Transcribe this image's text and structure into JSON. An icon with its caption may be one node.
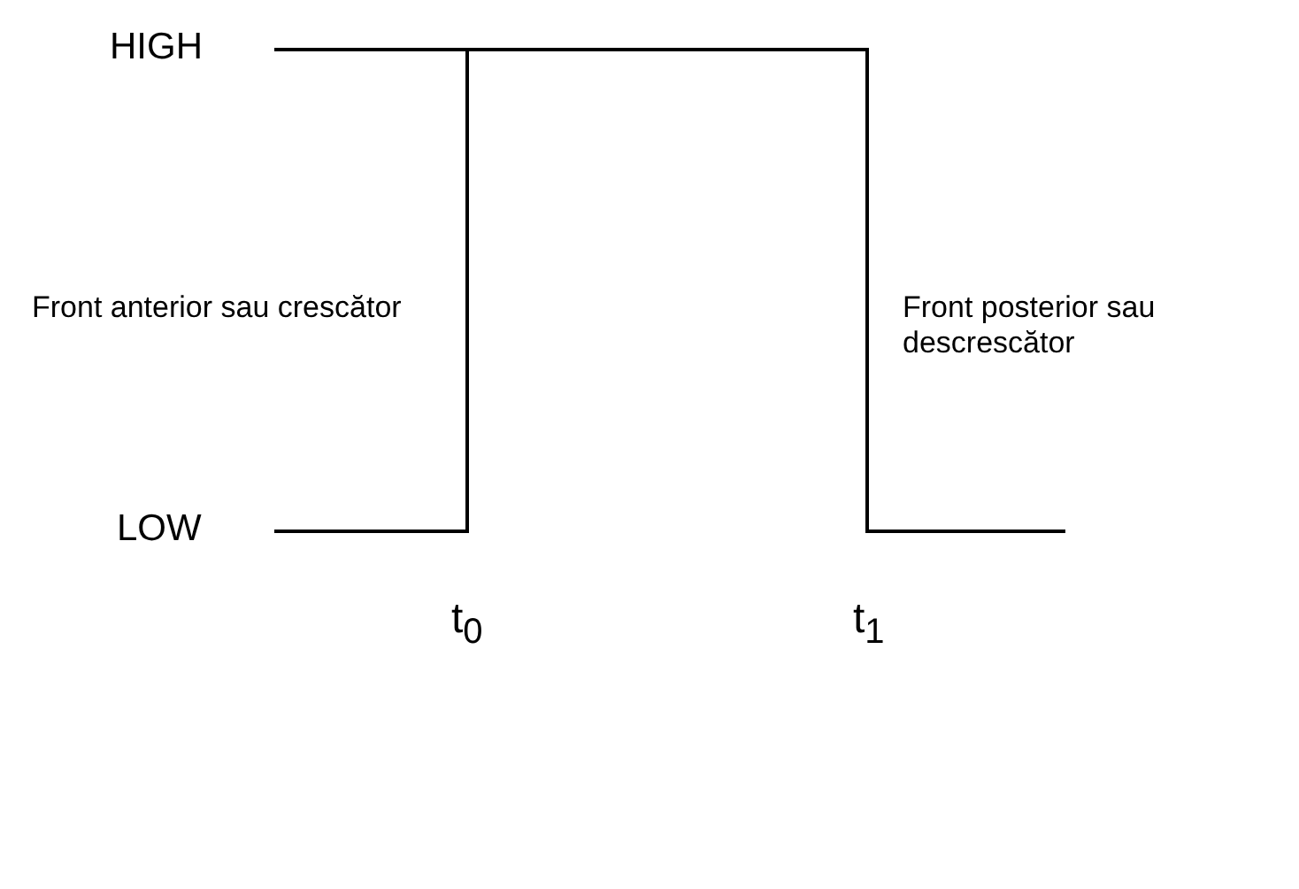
{
  "diagram": {
    "labels": [
      "HIGH",
      "Front anterior sau crescător",
      "Front posterior sau descrescător",
      "LOW",
      "t$_{0}$",
      "t$_{1}$"
    ]
  }
}
